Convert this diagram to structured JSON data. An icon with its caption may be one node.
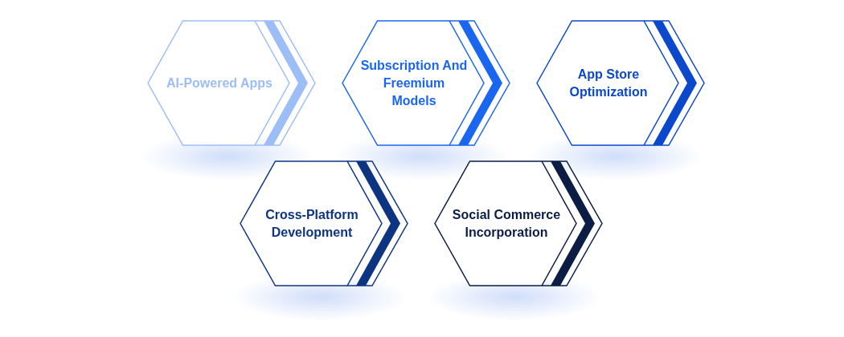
{
  "diagram": {
    "nodes": [
      {
        "text": [
          "AI-Powered Apps"
        ]
      },
      {
        "text": [
          "Subscription And Freemium Models"
        ]
      },
      {
        "text": [
          "App Store Optimization"
        ]
      },
      {
        "text": [
          "Cross-Platform Development"
        ]
      },
      {
        "text": [
          "Social Commerce Incorporation"
        ]
      }
    ]
  }
}
